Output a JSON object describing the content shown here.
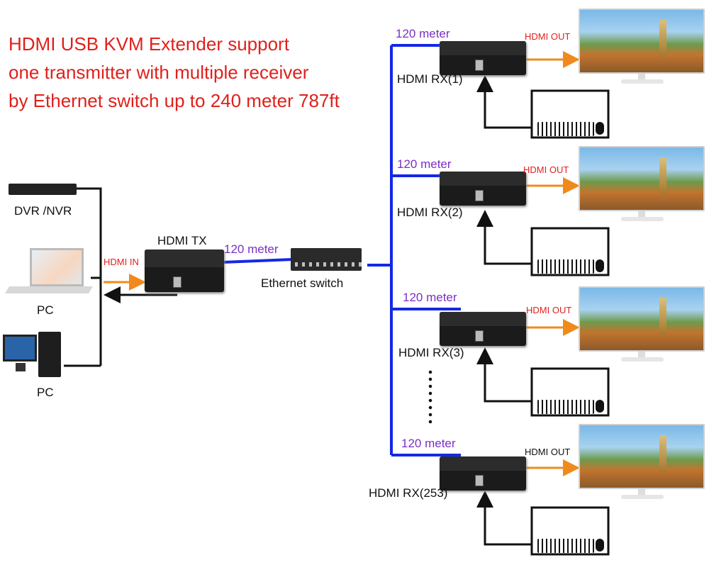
{
  "title": "HDMI USB KVM Extender support\none transmitter with multiple receiver\nby Ethernet switch up to 240 meter 787ft",
  "sources": {
    "dvr": "DVR /NVR",
    "pc1": "PC",
    "pc2": "PC"
  },
  "hdmi_in": "HDMI IN",
  "tx": {
    "label": "HDMI TX",
    "meter": "120 meter"
  },
  "switch_label": "Ethernet switch",
  "receivers": [
    {
      "label": "HDMI RX(1)",
      "meter": "120 meter",
      "out": "HDMI OUT"
    },
    {
      "label": "HDMI RX(2)",
      "meter": "120 meter",
      "out": "HDMI OUT"
    },
    {
      "label": "HDMI RX(3)",
      "meter": "120 meter",
      "out": "HDMI OUT"
    },
    {
      "label": "HDMI RX(253)",
      "meter": "120 meter",
      "out": "HDMI OUT"
    }
  ],
  "colors": {
    "network_line": "#1428e6",
    "hdmi_arrow": "#f08a1c",
    "title": "#e0201c",
    "meter": "#7b2fc4"
  },
  "icons": [
    "dvr-icon",
    "laptop-icon",
    "desktop-pc-icon",
    "extender-box-icon",
    "ethernet-switch-icon",
    "monitor-icon",
    "keyboard-icon",
    "mouse-icon"
  ]
}
